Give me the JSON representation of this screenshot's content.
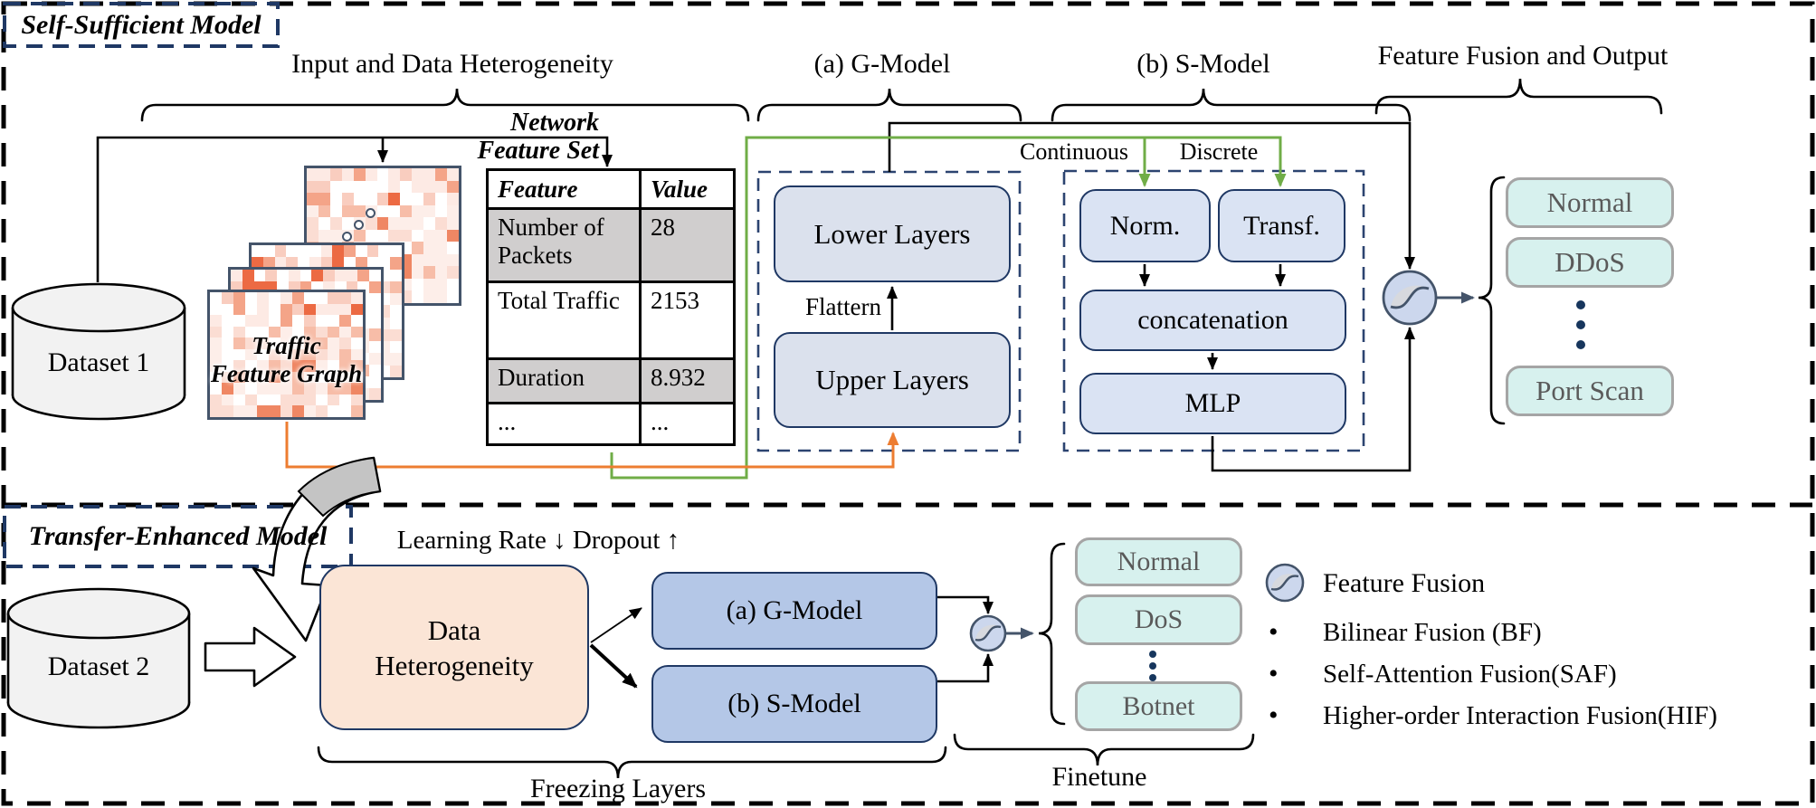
{
  "colors": {
    "navy_border": "#1f3864",
    "accent_green": "#70ad47",
    "accent_orange": "#ed7d31",
    "slate_arrow": "#44546a",
    "model_blue": "#b4c7e7",
    "light_blue": "#dae3f3",
    "gray_blue": "#dbe1ed",
    "peach": "#fbe5d6",
    "mint_output": "#d7f1ee",
    "table_gray": "#d0cece"
  },
  "sections": {
    "self_sufficient": "Self-Sufficient Model",
    "transfer_enhanced": "Transfer-Enhanced Model"
  },
  "braces": {
    "input": "Input and Data Heterogeneity",
    "g_model": "(a) G-Model",
    "s_model": "(b) S-Model",
    "fusion_output": "Feature Fusion and Output",
    "freezing": "Freezing Layers",
    "finetune": "Finetune"
  },
  "datasets": {
    "d1": "Dataset 1",
    "d2": "Dataset 2"
  },
  "traffic_graph": {
    "line1": "Traffic",
    "line2": "Feature Graph"
  },
  "network_feature_set": {
    "line1": "Network",
    "line2": "Feature Set"
  },
  "feature_table": {
    "headers": [
      "Feature",
      "Value"
    ],
    "rows": [
      {
        "feature": "Number of Packets",
        "value": "28"
      },
      {
        "feature": "Total Traffic",
        "value": "2153"
      },
      {
        "feature": "Duration",
        "value": "8.932"
      },
      {
        "feature": "...",
        "value": "..."
      }
    ]
  },
  "g_model": {
    "lower": "Lower Layers",
    "upper": "Upper Layers",
    "flatten": "Flattern"
  },
  "s_model": {
    "continuous": "Continuous",
    "discrete": "Discrete",
    "norm": "Norm.",
    "transf": "Transf.",
    "concat": "concatenation",
    "mlp": "MLP"
  },
  "outputs_top": [
    "Normal",
    "DDoS",
    "Port Scan"
  ],
  "outputs_bottom": [
    "Normal",
    "DoS",
    "Botnet"
  ],
  "bottom": {
    "hyperparams": "Learning Rate ↓ Dropout ↑",
    "data_het": {
      "line1": "Data",
      "line2": "Heterogeneity"
    },
    "g_box": "(a) G-Model",
    "s_box": "(b) S-Model"
  },
  "legend": {
    "title": "Feature Fusion",
    "items": [
      "Bilinear Fusion (BF)",
      "Self-Attention Fusion(SAF)",
      "Higher-order Interaction Fusion(HIF)"
    ]
  }
}
